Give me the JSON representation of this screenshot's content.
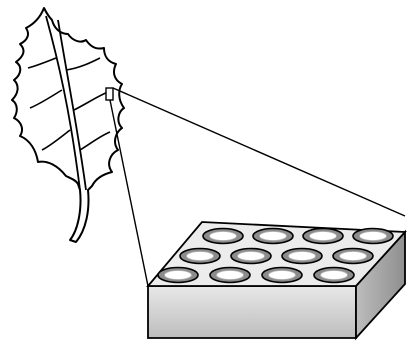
{
  "diagram": {
    "subjects": [
      "leaf",
      "leaf-surface-sample",
      "magnified-cell-block"
    ],
    "cell_grid": {
      "rows": 3,
      "columns": 4,
      "count": 12
    },
    "colors": {
      "outline": "#000000",
      "block_top": "#ececec",
      "block_front": "#c9c9c9",
      "block_side": "#a9a9a9",
      "cell_ring": "#8c8c8c",
      "cell_center": "#ffffff"
    }
  }
}
